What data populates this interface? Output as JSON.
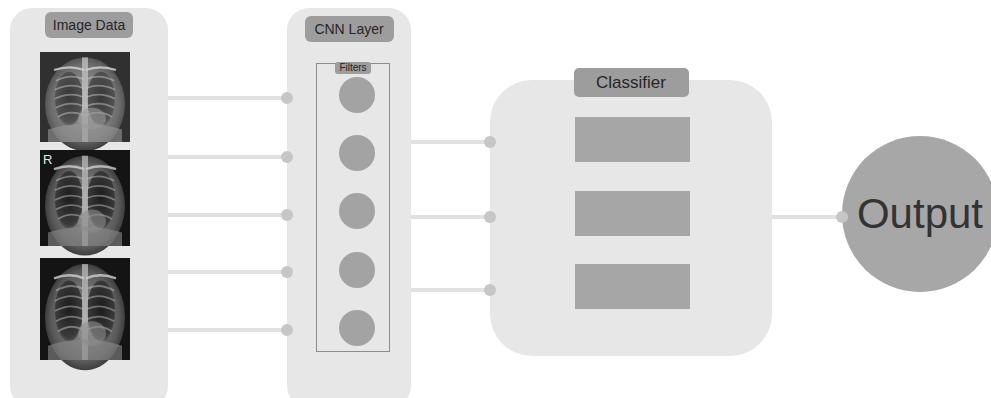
{
  "diagram": {
    "nodes": [
      {
        "text": [
          "Image Data"
        ]
      },
      {
        "text": [
          "CNN Layer"
        ]
      },
      {
        "text": [
          "Filters"
        ],
        "in": 1
      },
      {
        "text": [
          "Classifier"
        ]
      },
      {
        "text": [
          "Output"
        ]
      }
    ],
    "edges": [
      {
        "from": 0,
        "to": 1,
        "arrow": "none"
      },
      {
        "from": 0,
        "to": 1,
        "arrow": "none"
      },
      {
        "from": 0,
        "to": 1,
        "arrow": "none"
      },
      {
        "from": 0,
        "to": 1,
        "arrow": "none"
      },
      {
        "from": 0,
        "to": 1,
        "arrow": "none"
      },
      {
        "from": 1,
        "to": 3,
        "arrow": "none"
      },
      {
        "from": 1,
        "to": 3,
        "arrow": "none"
      },
      {
        "from": 1,
        "to": 3,
        "arrow": "none"
      },
      {
        "from": 3,
        "to": 4,
        "arrow": "none"
      }
    ],
    "labels": [
      "R"
    ]
  }
}
